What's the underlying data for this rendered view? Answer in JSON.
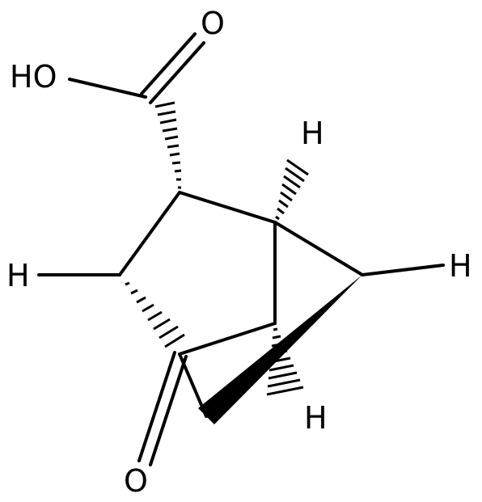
{
  "molecule": {
    "atom_labels": {
      "carboxyl_oxygen_double": "O",
      "hydroxyl": "HO",
      "hydrogen_top_right": "H",
      "hydrogen_right": "H",
      "hydrogen_left": "H",
      "hydrogen_bottom": "H",
      "ketone_oxygen": "O"
    }
  },
  "colors": {
    "ink": "#000000",
    "background": "#ffffff"
  }
}
